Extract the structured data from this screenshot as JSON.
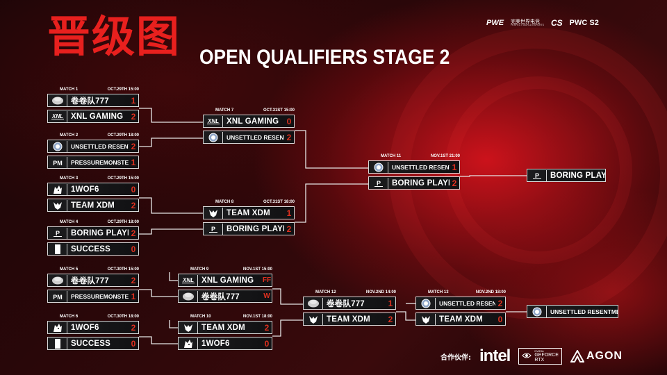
{
  "title_cn": "晋级图",
  "title_en": "OPEN QUALIFIERS STAGE 2",
  "header_logos": {
    "pwe": "PWE",
    "pwe_cn": "完美世界电竞",
    "pwe_sub": "PERFECT WORLD ESPORTS",
    "cs": "CS",
    "pwc": "PWC S2"
  },
  "matches": [
    {
      "label": "MATCH 1",
      "date": "OCT.29TH 15:00",
      "teams": [
        {
          "name": "卷卷队777",
          "score": "1",
          "icon": "avatar-icon"
        },
        {
          "name": "XNL GAMING",
          "score": "2",
          "icon": "xnl-logo-icon"
        }
      ]
    },
    {
      "label": "MATCH 2",
      "date": "OCT.29TH 18:00",
      "teams": [
        {
          "name": "UNSETTLED RESENTMENT",
          "score": "2",
          "icon": "ur-logo-icon"
        },
        {
          "name": "PRESSUREMONSTERS",
          "score": "1",
          "icon": "pm-logo-icon"
        }
      ]
    },
    {
      "label": "MATCH 3",
      "date": "OCT.29TH 15:00",
      "teams": [
        {
          "name": "1WOF6",
          "score": "0",
          "icon": "wolf-logo-icon"
        },
        {
          "name": "TEAM XDM",
          "score": "2",
          "icon": "xdm-logo-icon"
        }
      ]
    },
    {
      "label": "MATCH 4",
      "date": "OCT.29TH 18:00",
      "teams": [
        {
          "name": "BORING PLAYER",
          "score": "2",
          "icon": "bp-logo-icon"
        },
        {
          "name": "SUCCESS",
          "score": "0",
          "icon": "success-logo-icon"
        }
      ]
    },
    {
      "label": "MATCH 5",
      "date": "OCT.30TH 15:00",
      "teams": [
        {
          "name": "卷卷队777",
          "score": "2",
          "icon": "avatar-icon"
        },
        {
          "name": "PRESSUREMONSTERS",
          "score": "1",
          "icon": "pm-logo-icon"
        }
      ]
    },
    {
      "label": "MATCH 6",
      "date": "OCT.30TH 18:00",
      "teams": [
        {
          "name": "1WOF6",
          "score": "2",
          "icon": "wolf-logo-icon"
        },
        {
          "name": "SUCCESS",
          "score": "0",
          "icon": "success-logo-icon"
        }
      ]
    },
    {
      "label": "MATCH 7",
      "date": "OCT.31ST 15:00",
      "teams": [
        {
          "name": "XNL GAMING",
          "score": "0",
          "icon": "xnl-logo-icon"
        },
        {
          "name": "UNSETTLED RESENTMENT",
          "score": "2",
          "icon": "ur-logo-icon"
        }
      ]
    },
    {
      "label": "MATCH 8",
      "date": "OCT.31ST 18:00",
      "teams": [
        {
          "name": "TEAM XDM",
          "score": "1",
          "icon": "xdm-logo-icon"
        },
        {
          "name": "BORING PLAYER",
          "score": "2",
          "icon": "bp-logo-icon"
        }
      ]
    },
    {
      "label": "MATCH 9",
      "date": "NOV.1ST 15:00",
      "teams": [
        {
          "name": "XNL GAMING",
          "score": "FF",
          "icon": "xnl-logo-icon"
        },
        {
          "name": "卷卷队777",
          "score": "W",
          "icon": "avatar-icon"
        }
      ]
    },
    {
      "label": "MATCH 10",
      "date": "NOV.1ST 18:00",
      "teams": [
        {
          "name": "TEAM XDM",
          "score": "2",
          "icon": "xdm-logo-icon"
        },
        {
          "name": "1WOF6",
          "score": "0",
          "icon": "wolf-logo-icon"
        }
      ]
    },
    {
      "label": "MATCH 11",
      "date": "NOV.1ST 21:00",
      "teams": [
        {
          "name": "UNSETTLED RESENTMENT",
          "score": "1",
          "icon": "ur-logo-icon"
        },
        {
          "name": "BORING PLAYER",
          "score": "2",
          "icon": "bp-logo-icon"
        }
      ]
    },
    {
      "label": "MATCH 12",
      "date": "NOV.2ND 14:00",
      "teams": [
        {
          "name": "卷卷队777",
          "score": "1",
          "icon": "avatar-icon"
        },
        {
          "name": "TEAM XDM",
          "score": "2",
          "icon": "xdm-logo-icon"
        }
      ]
    },
    {
      "label": "MATCH 13",
      "date": "NOV.2ND 18:00",
      "teams": [
        {
          "name": "UNSETTLED RESENTMENT",
          "score": "2",
          "icon": "ur-logo-icon"
        },
        {
          "name": "TEAM XDM",
          "score": "0",
          "icon": "xdm-logo-icon"
        }
      ]
    }
  ],
  "qualifiers": [
    {
      "name": "BORING PLAYER",
      "icon": "bp-logo-icon"
    },
    {
      "name": "UNSETTLED RESENTMENT",
      "icon": "ur-logo-icon"
    }
  ],
  "partners": {
    "label": "合作伙伴:",
    "intel": "intel",
    "rtx_brand": "NVIDIA",
    "rtx_line1": "GEFORCE",
    "rtx_line2": "RTX",
    "agon": "AGON"
  },
  "colors": {
    "title_red": "#e8201e",
    "score_red": "#e0301f",
    "border": "#d8d8d8"
  }
}
